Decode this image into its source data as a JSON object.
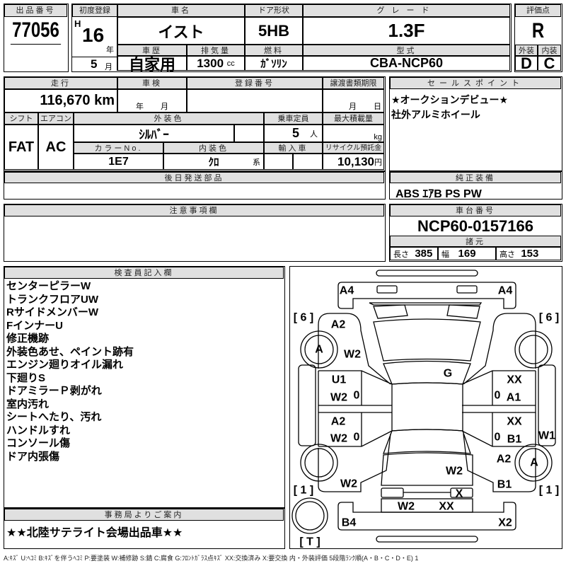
{
  "lot": {
    "label": "出品番号",
    "value": "77056"
  },
  "first_reg": {
    "label": "初度登録",
    "era": "H",
    "year": "16",
    "year_unit": "年",
    "month": "5",
    "month_unit": "月"
  },
  "car_name": {
    "label": "車名",
    "value": "イスト"
  },
  "door": {
    "label": "ドア形状",
    "value": "5HB"
  },
  "grade": {
    "label": "グレード",
    "value": "1.3F"
  },
  "history": {
    "label": "車歴",
    "value": "自家用"
  },
  "displacement": {
    "label": "排気量",
    "value": "1300",
    "unit": "cc"
  },
  "fuel": {
    "label": "燃料",
    "value": "ｶﾞｿﾘﾝ"
  },
  "model": {
    "label": "型式",
    "value": "CBA-NCP60"
  },
  "score": {
    "label": "評価点",
    "value": "R",
    "ext_label": "外装",
    "int_label": "内装",
    "ext": "D",
    "int": "C"
  },
  "mileage": {
    "label": "走行",
    "value": "116,670",
    "unit": "km"
  },
  "inspection": {
    "label": "車検",
    "year_unit": "年",
    "month_unit": "月"
  },
  "reg_no": {
    "label": "登録番号"
  },
  "transfer": {
    "label": "譲渡書類期限",
    "month_unit": "月",
    "day_unit": "日"
  },
  "shift": {
    "label": "シフト",
    "value": "FAT"
  },
  "ac": {
    "label": "エアコン",
    "value": "AC"
  },
  "ext_color": {
    "label": "外装色",
    "value": "ｼﾙﾊﾞｰ"
  },
  "capacity": {
    "label": "乗車定員",
    "value": "5",
    "unit": "人"
  },
  "max_load": {
    "label": "最大積載量",
    "unit": "kg"
  },
  "color_no": {
    "label": "カラーNo.",
    "value": "1E7"
  },
  "int_color": {
    "label": "内装色",
    "value": "ｸﾛ",
    "unit": "系"
  },
  "import": {
    "label": "輸入車"
  },
  "recycle": {
    "label": "リサイクル預託金",
    "value": "10,130",
    "unit": "円"
  },
  "sales_points": {
    "label": "セールスポイント",
    "lines": [
      "★オークションデビュー★",
      "社外アルミホイール"
    ]
  },
  "later_parts": {
    "label": "後日発送部品"
  },
  "equipment": {
    "label": "純正装備",
    "value": "ABS ｴｱB PS PW"
  },
  "caution": {
    "label": "注意事項欄"
  },
  "chassis": {
    "label": "車台番号",
    "value": "NCP60-0157166"
  },
  "specs": {
    "label": "諸元",
    "length_label": "長さ",
    "length": "385",
    "width_label": "幅",
    "width": "169",
    "height_label": "高さ",
    "height": "153"
  },
  "inspector": {
    "label": "検査員記入欄",
    "notes": [
      "センターピラーW",
      "トランクフロアUW",
      "RサイドメンバーW",
      "FインナーU",
      "修正機跡",
      "外装色あせ、ペイント跡有",
      "エンジン廻りオイル漏れ",
      "下廻りS",
      "ドアミラーＰ剥がれ",
      "室内汚れ",
      "シートへたり、汚れ",
      "ハンドルすれ",
      "コンソール傷",
      "ドア内張傷"
    ]
  },
  "office": {
    "label": "事務局よりご案内",
    "value": "★★北陸サテライト会場出品車★★"
  },
  "diagram": {
    "marks": {
      "front_l": "A4",
      "front_r": "A4",
      "fender_fl": "A2",
      "wheel_fl": "A",
      "fender_fl2": "W2",
      "glass": "G",
      "door_fl1": "U1",
      "door_fl2": "W2",
      "door_fl_mirror": "0",
      "door_fr1": "XX",
      "door_fr2": "A1",
      "door_fr_mirror": "0",
      "door_rl1": "A2",
      "door_rl2": "W2",
      "door_rl_mirror": "0",
      "door_rr1": "XX",
      "door_rr2": "B1",
      "door_rr_mirror": "0",
      "sill_r": "W1",
      "fender_rr1": "A2",
      "wheel_rr": "A",
      "trunk": "W2",
      "fender_rl": "W2",
      "fender_rr2": "B1",
      "light_r": "X",
      "rear_panel1": "W2",
      "rear_panel2": "XX",
      "bumper_rl": "B4",
      "bumper_rr": "X2"
    },
    "tags": {
      "fl": "[ 6 ]",
      "fr": "[ 6 ]",
      "rl": "[ 1 ]",
      "rr": "[ 1 ]",
      "spare": "[ T ]"
    }
  },
  "legend": "A:ｷｽﾞ U:ﾍｺﾐ B:ｷｽﾞを伴うﾍｺﾐ P:要塗装 W:補修跡 S:錆 C:腐食 G:ﾌﾛﾝﾄｶﾞﾗｽ点ｷｽﾞ XX:交換済み X:要交換 内・外装評価 5段階ﾗﾝｸ順(A・B・C・D・E) 1"
}
